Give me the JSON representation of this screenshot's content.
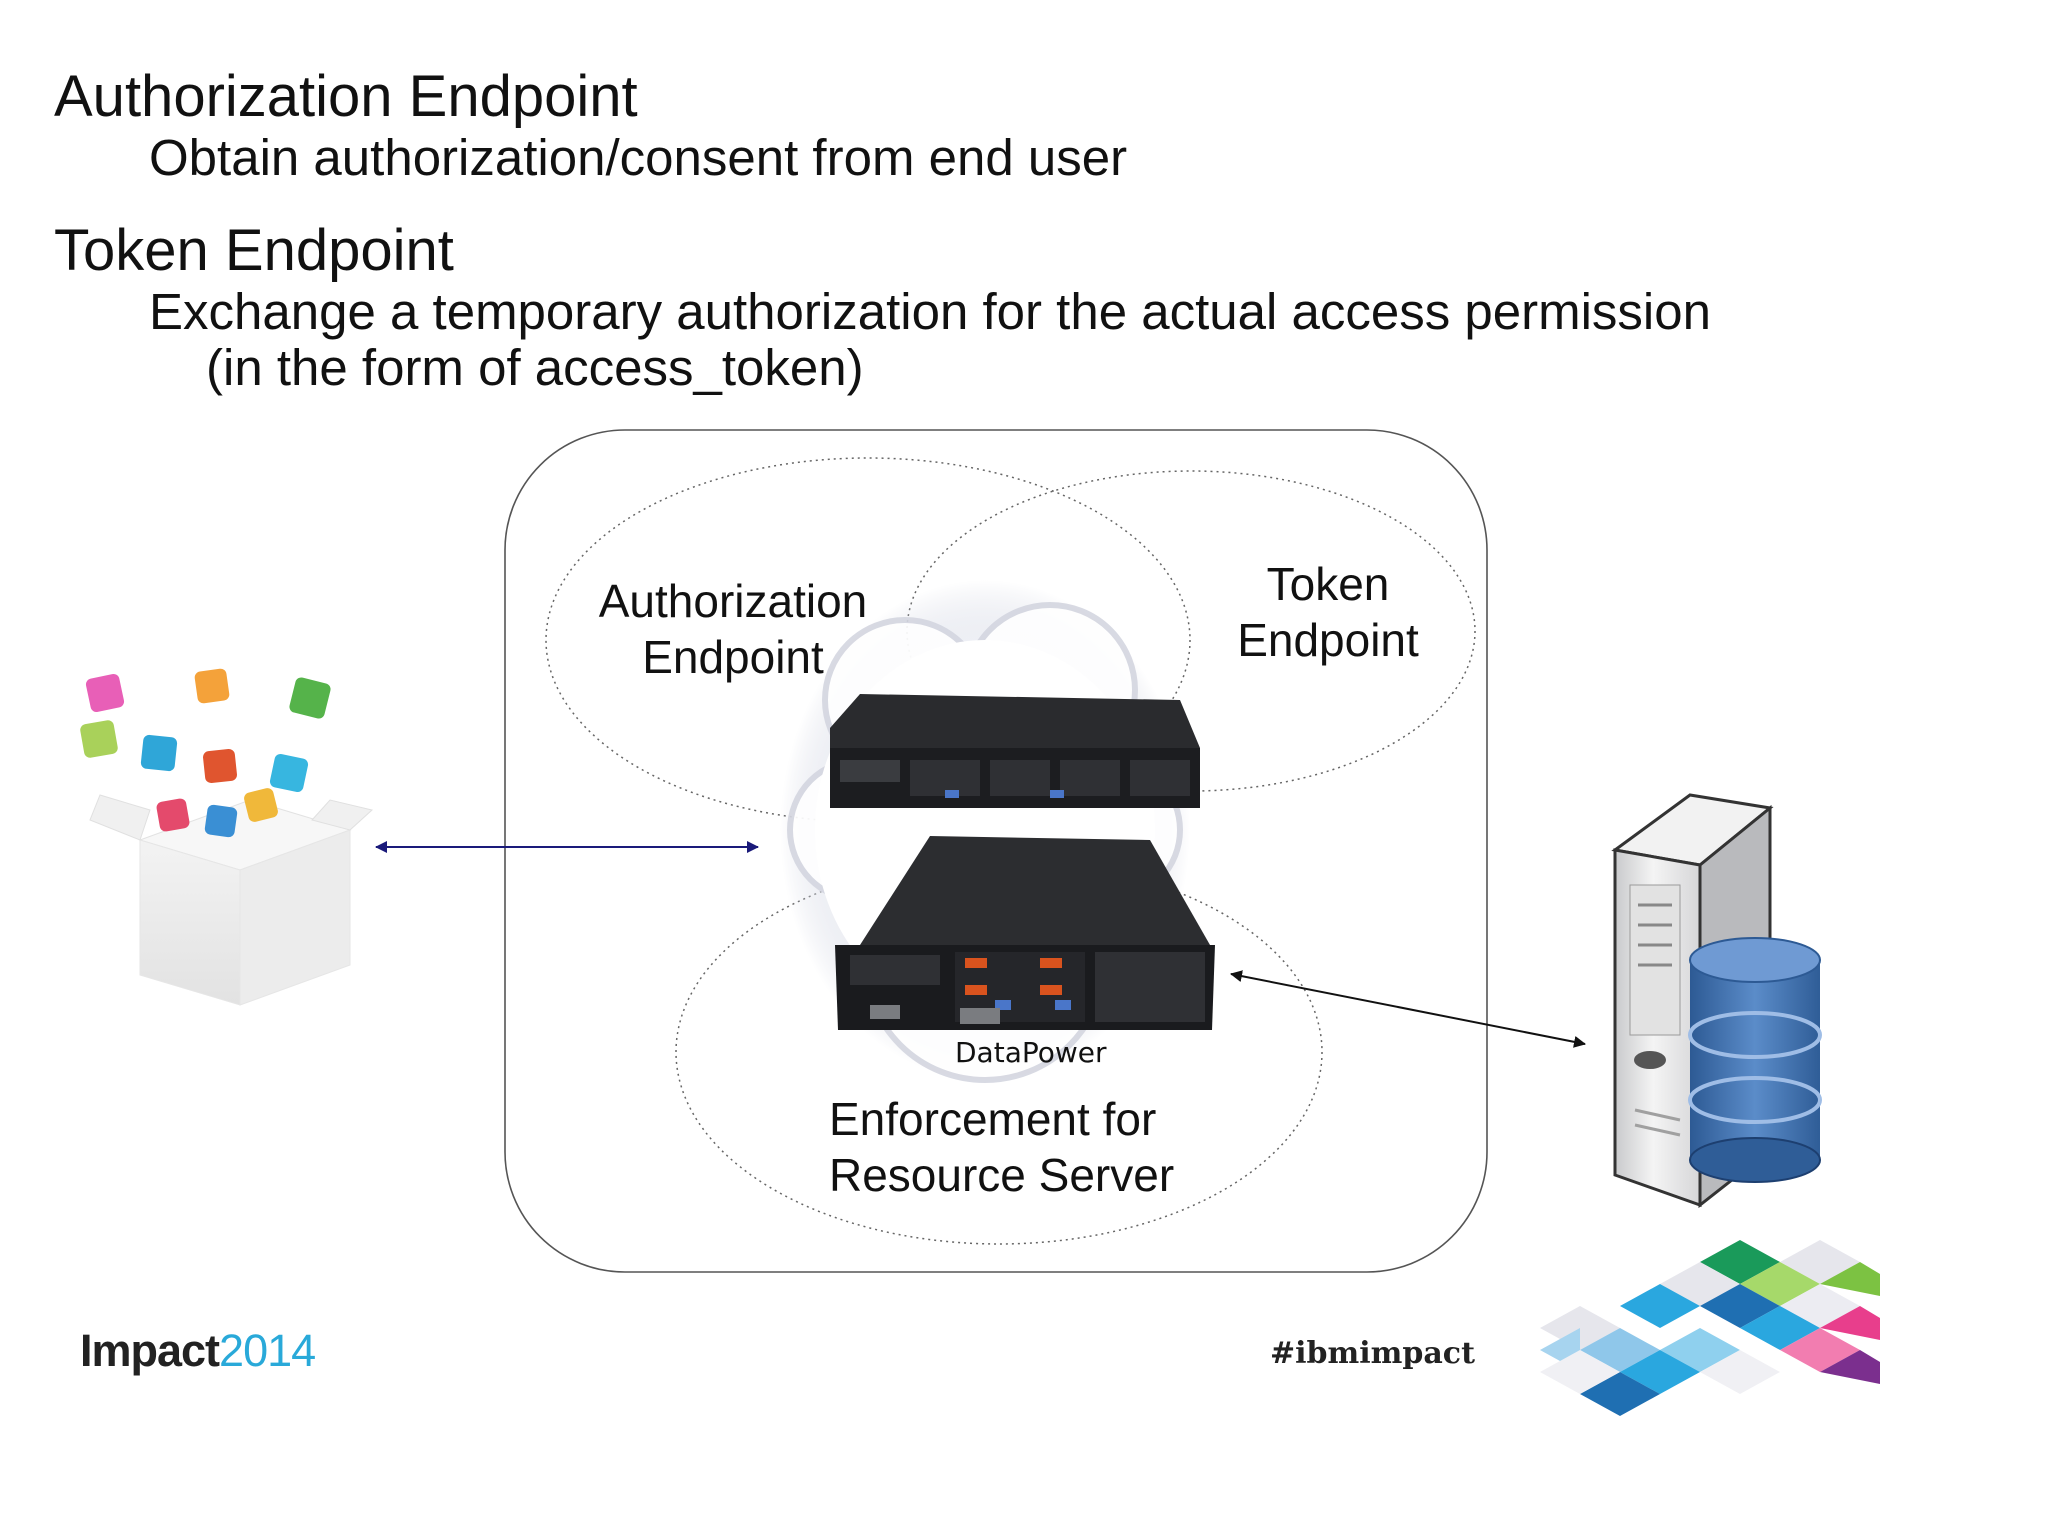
{
  "heading": {
    "authorization_title": "Authorization Endpoint",
    "authorization_desc": "Obtain authorization/consent from end user",
    "token_title": "Token Endpoint",
    "token_desc_line1": "Exchange a temporary authorization for the actual access permission",
    "token_desc_line2": "(in the form of access_token)"
  },
  "diagram": {
    "authorization_label_line1": "Authorization",
    "authorization_label_line2": "Endpoint",
    "token_label_line1": "Token",
    "token_label_line2": "Endpoint",
    "enforcement_label_line1": "Enforcement for",
    "enforcement_label_line2": "Resource Server",
    "device_label": "DataPower",
    "icons": [
      "apps-box-icon",
      "datapower-appliance-icon",
      "server-database-icon"
    ]
  },
  "footer": {
    "brand_name": "Impact",
    "brand_year": "2014",
    "hashtag": "#ibmimpact"
  },
  "colors": {
    "arrow_left": "#1a1a7a",
    "arrow_right": "#111111",
    "brand_accent": "#29a9d9",
    "database_blue": "#4a7cb8"
  }
}
